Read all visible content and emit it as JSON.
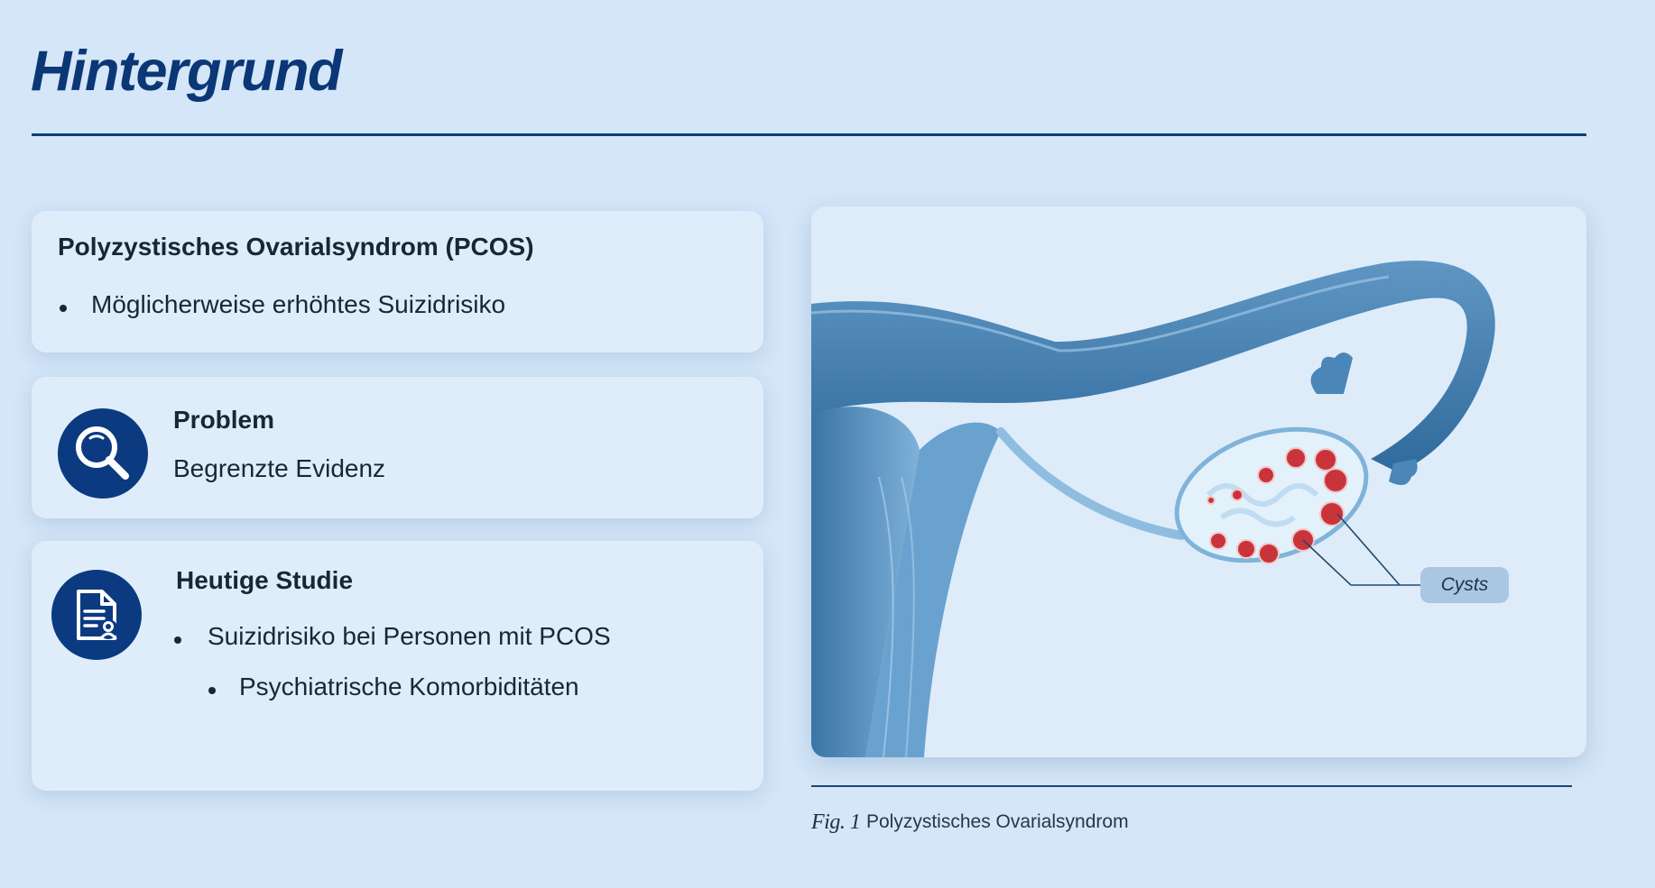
{
  "slide": {
    "title": "Hintergrund"
  },
  "cards": {
    "pcos": {
      "heading": "Polyzystisches Ovarialsyndrom (PCOS)",
      "bullets": [
        "Möglicherweise erhöhtes Suizidrisiko"
      ]
    },
    "problem": {
      "icon": "search-icon",
      "heading": "Problem",
      "text": "Begrenzte Evidenz"
    },
    "study": {
      "icon": "document-user-icon",
      "heading": "Heutige Studie",
      "bullets": [
        "Suizidrisiko bei Personen mit PCOS"
      ],
      "sub_bullets": [
        "Psychiatrische Komorbiditäten"
      ]
    }
  },
  "figure": {
    "image": "ovary-fallopian-tube-illustration",
    "annotation": "Cysts",
    "label": "Fig. 1",
    "caption": "Polyzystisches Ovarialsyndrom"
  },
  "colors": {
    "background": "#d4e6f8",
    "card": "#dfedfb",
    "title": "#0c3776",
    "icon_circle": "#0b3a80",
    "cyst": "#c9343a"
  }
}
